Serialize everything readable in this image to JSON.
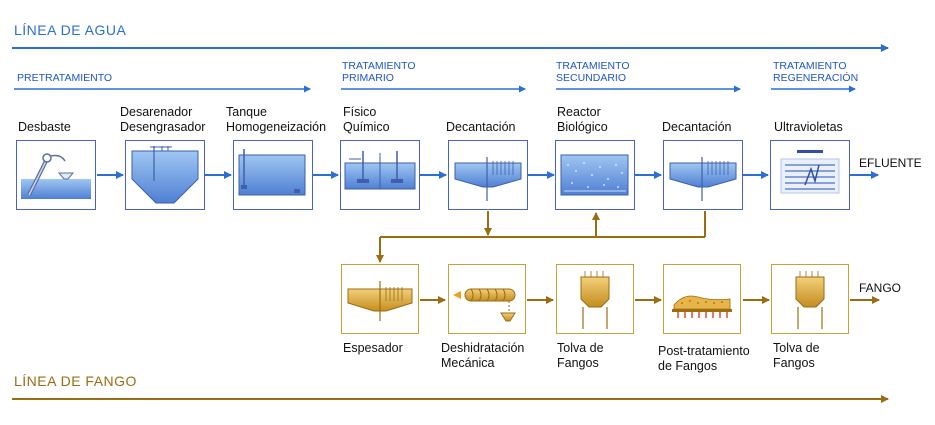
{
  "water_line": {
    "title": "LÍNEA DE AGUA",
    "color": "#2a6fd6"
  },
  "sludge_line": {
    "title": "LÍNEA DE FANGO",
    "color": "#9a6d12"
  },
  "stages": [
    {
      "label": "PRETRATAMIENTO"
    },
    {
      "label": "TRATAMIENTO\nPRIMARIO"
    },
    {
      "label": "TRATAMIENTO\nSECUNDARIO"
    },
    {
      "label": "TRATAMIENTO\nREGENERACIÓN"
    }
  ],
  "water_processes": [
    {
      "label": "Desbaste",
      "icon": "screen-icon"
    },
    {
      "label": "Desarenador\nDesengrasador",
      "icon": "grit-chamber-icon"
    },
    {
      "label": "Tanque\nHomogeneización",
      "icon": "tank-icon"
    },
    {
      "label": "Físico\nQuímico",
      "icon": "mixer-icon"
    },
    {
      "label": "Decantación",
      "icon": "clarifier-icon"
    },
    {
      "label": "Reactor\nBiológico",
      "icon": "bioreactor-icon"
    },
    {
      "label": "Decantación",
      "icon": "clarifier-icon"
    },
    {
      "label": "Ultravioletas",
      "icon": "uv-lamp-icon"
    }
  ],
  "sludge_processes": [
    {
      "label": "Espesador",
      "icon": "thickener-icon"
    },
    {
      "label": "Deshidratación\nMecánica",
      "icon": "screw-press-icon"
    },
    {
      "label": "Tolva de\nFangos",
      "icon": "hopper-icon"
    },
    {
      "label": "Post-tratamiento\nde Fangos",
      "icon": "drying-bed-icon"
    },
    {
      "label": "Tolva de\nFangos",
      "icon": "hopper-icon"
    }
  ],
  "outputs": {
    "effluent": "EFLUENTE",
    "sludge": "FANGO"
  }
}
